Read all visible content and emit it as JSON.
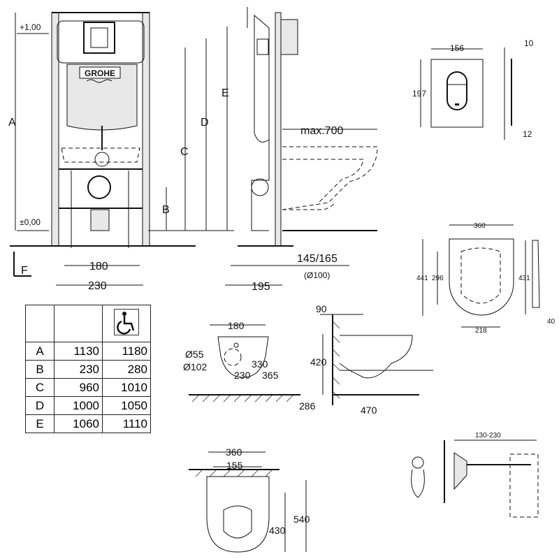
{
  "brand_logo": "GROHE",
  "frame_view": {
    "level_top": "+1,00",
    "level_floor": "±0,00",
    "dim_letters": [
      "A",
      "B",
      "C",
      "D",
      "E"
    ],
    "floor_label": "F",
    "width_inner": "180",
    "width_outer": "230"
  },
  "side_view": {
    "max_projection": "max.700",
    "depth": "195",
    "drain_height": "145/165",
    "drain_diameter": "(Ø100)"
  },
  "flush_plate": {
    "width": "156",
    "height": "197",
    "thickness_top": "10",
    "thickness_bottom": "12"
  },
  "seat": {
    "width": "360",
    "length": "441",
    "opening_length": "296",
    "side_length": "431",
    "opening_width": "218",
    "thickness": "40"
  },
  "table": {
    "header_icon": "wheelchair-accessible-icon",
    "rows": [
      {
        "key": "A",
        "standard": "1130",
        "accessible": "1180"
      },
      {
        "key": "B",
        "standard": "230",
        "accessible": "280"
      },
      {
        "key": "C",
        "standard": "960",
        "accessible": "1010"
      },
      {
        "key": "D",
        "standard": "1000",
        "accessible": "1050"
      },
      {
        "key": "E",
        "standard": "1060",
        "accessible": "1110"
      }
    ]
  },
  "bowl_rear": {
    "bolt_spacing": "180",
    "inlet_diameter": "Ø55",
    "outlet_diameter": "Ø102",
    "inlet_height": "330",
    "outlet_height": "230",
    "bolt_height": "365"
  },
  "bowl_side": {
    "wall_offset": "90",
    "rim_height": "420",
    "outlet_height": "286",
    "projection": "470"
  },
  "bowl_top": {
    "width": "360",
    "bolt_spacing": "155",
    "bolt_distance": "430",
    "length": "540"
  },
  "fixing": {
    "range": "130-230"
  }
}
